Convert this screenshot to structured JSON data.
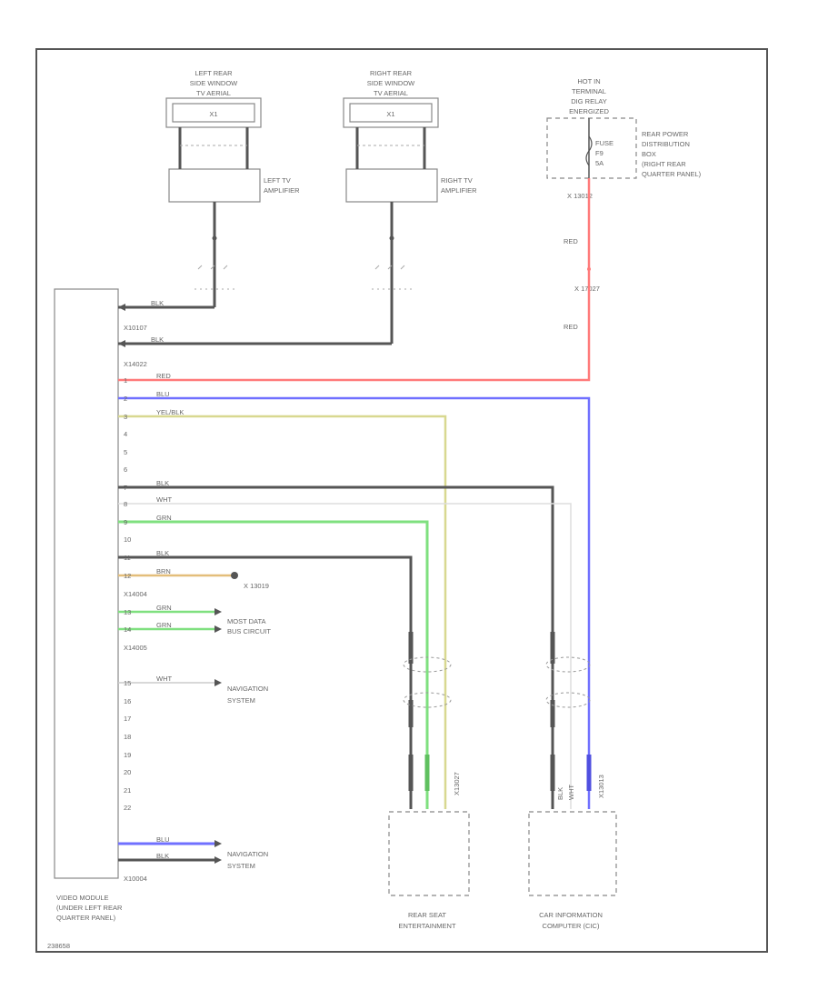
{
  "colors": {
    "black": "#555555",
    "red": "#ff7a7a",
    "blue": "#7070ff",
    "yellow": "#d8d890",
    "green": "#7fe07f",
    "white": "#dddddd",
    "brown": "#e3be7a"
  },
  "components": {
    "left_antenna": [
      "LEFT REAR",
      "SIDE WINDOW",
      "TV AERIAL"
    ],
    "right_antenna": [
      "RIGHT REAR",
      "SIDE WINDOW",
      "TV AERIAL"
    ],
    "left_amp": [
      "LEFT TV",
      "AMPLIFIER"
    ],
    "right_amp": [
      "RIGHT TV",
      "AMPLIFIER"
    ],
    "hot_in": [
      "HOT IN",
      "TERMINAL",
      "DIG RELAY",
      "ENERGIZED"
    ],
    "fuse": [
      "FUSE",
      "F9",
      "5A"
    ],
    "fuse_box": [
      "REAR POWER",
      "DISTRIBUTION",
      "BOX",
      "(RIGHT REAR",
      "QUARTER PANEL)"
    ],
    "video_module": [
      "VIDEO MODULE",
      "(UNDER LEFT REAR",
      "QUARTER PANEL)"
    ],
    "rse": [
      "REAR SEAT",
      "ENTERTAINMENT"
    ],
    "cic": [
      "CAR INFORMATION",
      "COMPUTER (CIC)"
    ],
    "most_bus": [
      "MOST DATA",
      "BUS CIRCUIT"
    ],
    "nav1": [
      "NAVIGATION",
      "SYSTEM"
    ],
    "nav2": [
      "NAVIGATION",
      "SYSTEM"
    ]
  },
  "connectors": {
    "x1": "X1",
    "x_fuse": "X 13012",
    "x_red_splice": "X 17027",
    "x10107": "X10107",
    "x14022": "X14022",
    "x13019": "X 13019",
    "x14004": "X14004",
    "x14005": "X14005",
    "x10004": "X10004",
    "x13027": "X13027",
    "x13013": "X13013",
    "diagram_code": "238658"
  },
  "wire_labels": {
    "red_vertical_1": "RED",
    "red_vertical_2": "RED",
    "blk_top": "BLK",
    "blk_second": "BLK",
    "red_row": "RED",
    "blu_row": "BLU",
    "yel_row": "YEL/BLK",
    "blk_row": "BLK",
    "wht_row": "WHT",
    "grn_row": "GRN",
    "blk_row2": "BLK",
    "brn_row": "BRN",
    "grn_most1": "GRN",
    "grn_most2": "GRN",
    "wht_nav": "WHT",
    "blu_nav": "BLU",
    "blk_nav": "BLK",
    "cic_wht": "WHT",
    "cic_blk": "BLK"
  },
  "pins": [
    "1",
    "2",
    "3",
    "4",
    "5",
    "6",
    "7",
    "8",
    "9",
    "10",
    "11",
    "12",
    "13",
    "14",
    "15",
    "16",
    "17",
    "18",
    "19",
    "20",
    "21",
    "22"
  ]
}
